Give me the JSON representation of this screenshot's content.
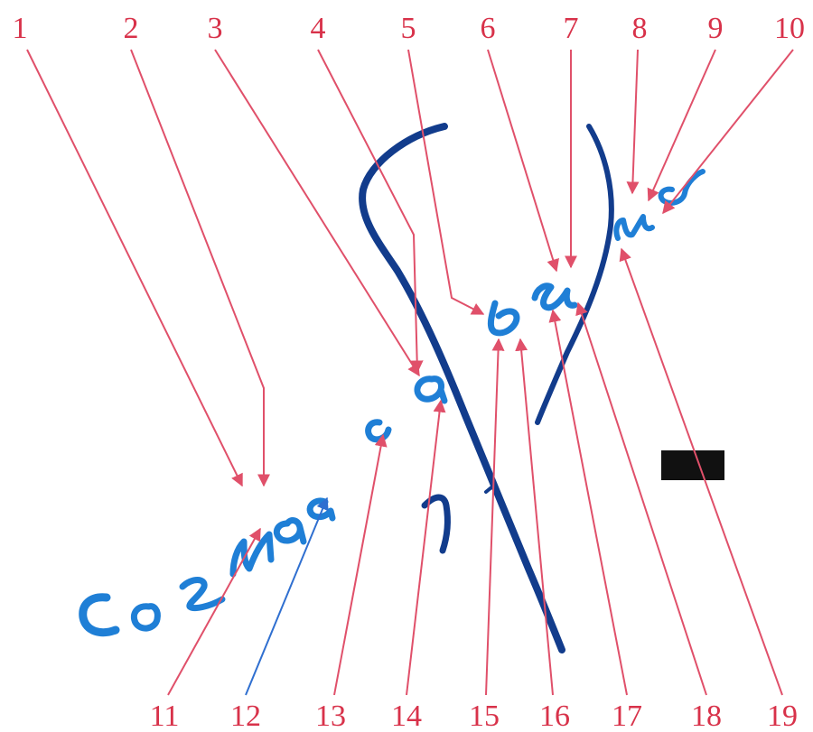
{
  "figure": {
    "top_labels": [
      "1",
      "2",
      "3",
      "4",
      "5",
      "6",
      "7",
      "8",
      "9",
      "10"
    ],
    "bottom_labels": [
      "11",
      "12",
      "13",
      "14",
      "15",
      "16",
      "17",
      "18",
      "19"
    ]
  },
  "colors": {
    "label_red": "#d8324a",
    "arrow_red": "#e0506a",
    "arrow_blue": "#2f6fd0",
    "signature_dark_blue": "#123c8c",
    "handwriting_blue": "#1f7fd6",
    "redaction_black": "#111111"
  }
}
